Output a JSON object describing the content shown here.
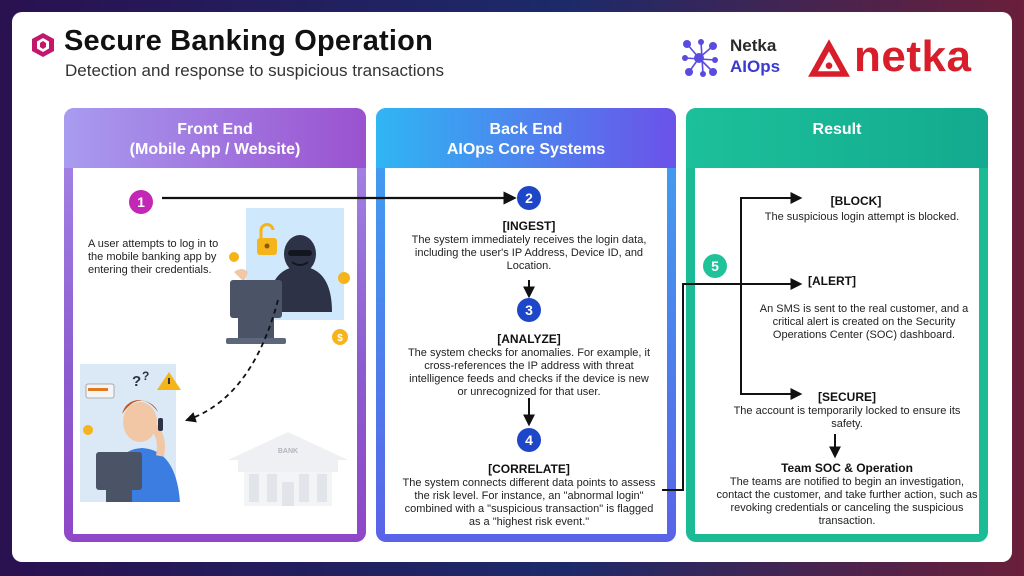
{
  "header": {
    "title": "Secure Banking Operation",
    "subtitle": "Detection and response to suspicious transactions",
    "brand_aiops_line1": "Netka",
    "brand_aiops_line2": "AIOps",
    "brand_netka": "netka"
  },
  "columns": {
    "front_end": {
      "title_line1": "Front End",
      "title_line2": "(Mobile App / Website)",
      "step_number": "1",
      "step_text": "A user attempts to log in to the mobile banking app by entering their credentials.",
      "bank_sign": "BANK",
      "question_marks": "?"
    },
    "back_end": {
      "title_line1": "Back End",
      "title_line2": "AIOps Core Systems",
      "steps": [
        {
          "number": "2",
          "label": "[INGEST]",
          "text": "The system immediately receives the login data, including the user's IP Address, Device ID, and Location."
        },
        {
          "number": "3",
          "label": "[ANALYZE]",
          "text": "The system checks for anomalies. For example, it cross-references the IP address with threat intelligence feeds and checks if the device is new or unrecognized for that user."
        },
        {
          "number": "4",
          "label": "[CORRELATE]",
          "text": "The system connects different data points to assess the risk level. For instance, an \"abnormal login\" combined with a \"suspicious transaction\" is flagged as a \"highest risk event.\""
        }
      ]
    },
    "result": {
      "title": "Result",
      "step_number": "5",
      "actions": [
        {
          "label": "[BLOCK]",
          "text": "The suspicious login attempt is blocked."
        },
        {
          "label": "[ALERT]",
          "text": "An SMS is sent to the real customer, and a critical alert is created on the Security Operations Center (SOC) dashboard."
        },
        {
          "label": "[SECURE]",
          "text": "The account is temporarily locked to ensure its safety."
        }
      ],
      "team_label": "Team  SOC & Operation",
      "team_text": "The teams are notified to begin an investigation, contact the customer, and take further action, such as revoking credentials or canceling the suspicious transaction."
    }
  },
  "colors": {
    "front_end": "#9a52cf",
    "back_end": "#3f7df0",
    "result": "#1bbc95",
    "step1": "#c227b5",
    "step_blue": "#1d46c8",
    "step5": "#20c29a",
    "brand_red": "#d71e2a"
  }
}
